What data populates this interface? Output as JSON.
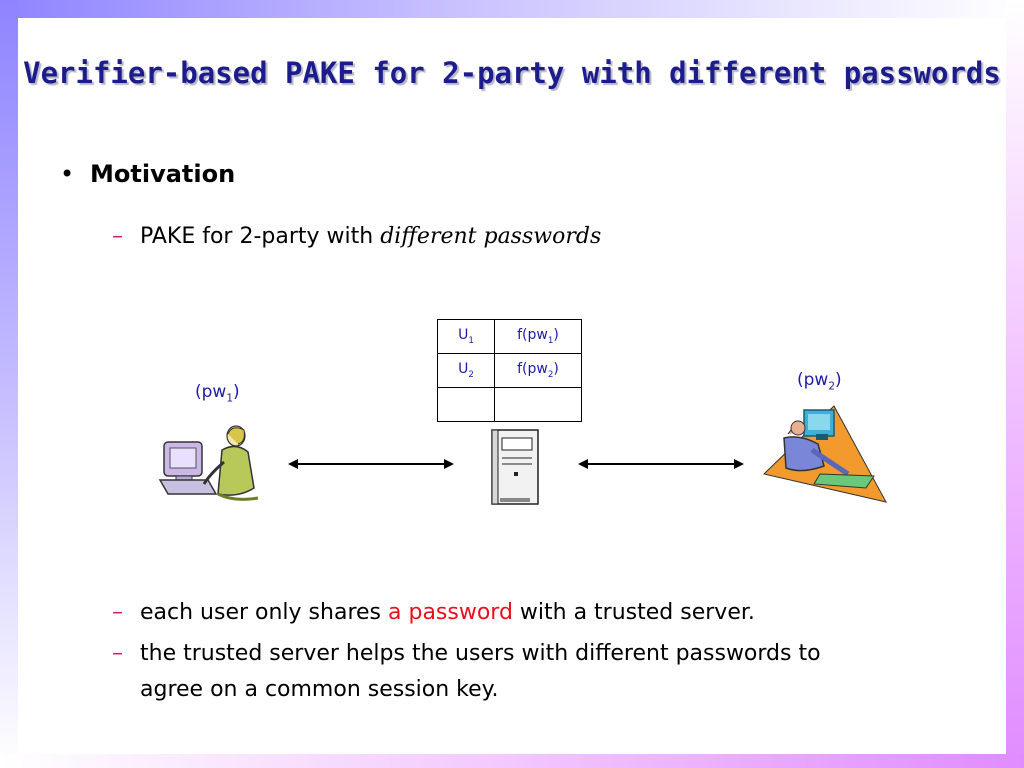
{
  "title": "Verifier-based PAKE for 2-party with different passwords",
  "bullet": {
    "marker": "•",
    "text": "Motivation"
  },
  "sub_marker": "–",
  "sub1": {
    "text_plain": "PAKE for 2-party with ",
    "text_italic": "different passwords"
  },
  "verifier_table": {
    "rows": [
      {
        "user": "U",
        "user_sub": "1",
        "verifier": "f(pw",
        "verifier_sub": "1",
        "verifier_close": ")"
      },
      {
        "user": "U",
        "user_sub": "2",
        "verifier": "f(pw",
        "verifier_sub": "2",
        "verifier_close": ")"
      }
    ]
  },
  "left_user_label": {
    "prefix": "(pw",
    "sub": "1",
    "suffix": ")"
  },
  "right_user_label": {
    "prefix": "(pw",
    "sub": "2",
    "suffix": ")"
  },
  "sub2": {
    "before": "each user only shares ",
    "highlight": "a password",
    "after": " with a trusted server."
  },
  "sub3": {
    "line1": "the trusted server helps the users with different passwords to",
    "line2": "agree on a common session key."
  },
  "colors": {
    "title": "#1c1c8c",
    "dash": "#d3206f",
    "highlight": "#e8101a",
    "table_text": "#1c1ca8"
  }
}
